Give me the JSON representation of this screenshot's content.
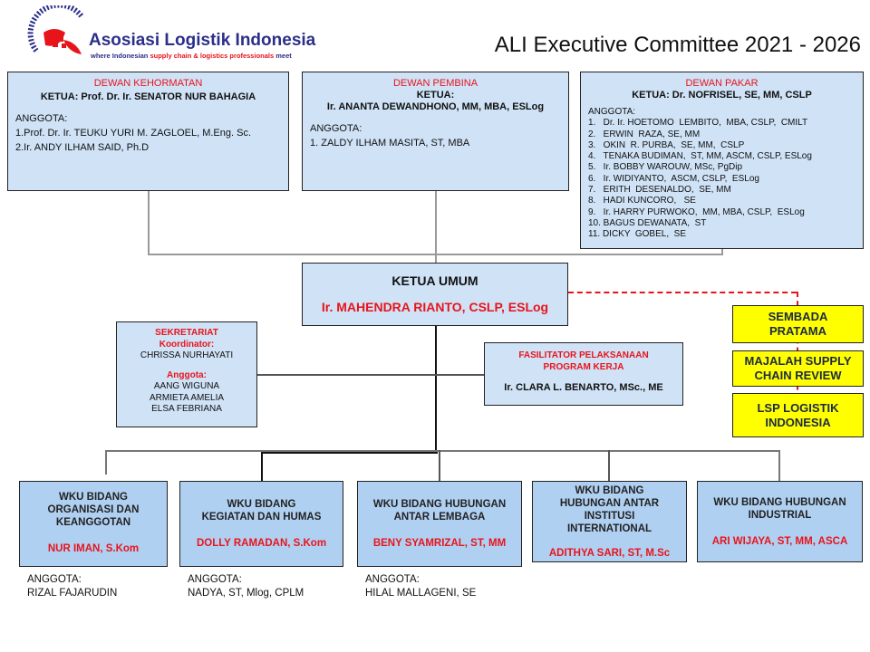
{
  "logo": {
    "name": "Asosiasi Logistik Indonesia",
    "ring_text": "ASOSIASI LOGISTIK INDONESIA",
    "tagline_a": "where Indonesian",
    "tagline_b": "supply chain & logistics professionals",
    "tagline_c": "meet"
  },
  "title": "ALI Executive Committee 2021 - 2026",
  "kehormatan": {
    "heading": "DEWAN KEHORMATAN",
    "ketua": "KETUA:  Prof. Dr.  Ir. SENATOR  NUR  BAHAGIA",
    "anggota_label": "ANGGOTA:",
    "members": [
      "1.Prof. Dr. Ir. TEUKU YURI M. ZAGLOEL, M.Eng. Sc.",
      "2.Ir. ANDY ILHAM SAID, Ph.D"
    ]
  },
  "pembina": {
    "heading": "DEWAN PEMBINA",
    "ketua_label": "KETUA:",
    "ketua": "Ir. ANANTA  DEWANDHONO,   MM, MBA, ESLog",
    "anggota_label": "ANGGOTA:",
    "members": [
      "1.   ZALDY ILHAM MASITA,  ST, MBA"
    ]
  },
  "pakar": {
    "heading": "DEWAN PAKAR",
    "ketua": "KETUA:  Dr. NOFRISEL,   SE, MM, CSLP",
    "anggota_label": "ANGGOTA:",
    "members": [
      "1.   Dr. Ir. HOETOMO  LEMBITO,  MBA, CSLP,  CMILT",
      "2.   ERWIN  RAZA, SE, MM",
      "3.   OKIN  R. PURBA,  SE, MM,  CSLP",
      "4.   TENAKA BUDIMAN,  ST, MM, ASCM, CSLP, ESLog",
      "5.   Ir. BOBBY WAROUW, MSc, PgDip",
      "6.   Ir. WIDIYANTO,  ASCM, CSLP,  ESLog",
      "7.   ERITH  DESENALDO,  SE, MM",
      "8.   HADI KUNCORO,   SE",
      "9.   Ir. HARRY PURWOKO,  MM, MBA, CSLP,  ESLog",
      "10. BAGUS DEWANATA,  ST",
      "11. DICKY  GOBEL,  SE"
    ]
  },
  "ketua_umum": {
    "heading": "KETUA UMUM",
    "name": "Ir. MAHENDRA RIANTO, CSLP, ESLog"
  },
  "sekretariat": {
    "heading": "SEKRETARIAT",
    "koordinator_label": "Koordinator:",
    "koordinator": "CHRISSA  NURHAYATI",
    "anggota_label": "Anggota:",
    "members": [
      "AANG WIGUNA",
      "ARMIETA  AMELIA",
      "ELSA FEBRIANA"
    ]
  },
  "fasilitator": {
    "heading1": "FASILITATOR PELAKSANAAN",
    "heading2": "PROGRAM KERJA",
    "name": "Ir. CLARA  L. BENARTO,  MSc., ME"
  },
  "units": [
    "SEMBADA PRATAMA",
    "MAJALAH  SUPPLY CHAIN  REVIEW",
    "LSP LOGISTIK INDONESIA"
  ],
  "wku": [
    {
      "title": [
        "WKU BIDANG",
        "ORGANISASI  DAN",
        "KEANGGOTAN"
      ],
      "name": "NUR  IMAN,  S.Kom",
      "anggota_label": "ANGGOTA:",
      "anggota": "RIZAL FAJARUDIN"
    },
    {
      "title": [
        "WKU BIDANG",
        "KEGIATAN  DAN HUMAS"
      ],
      "name": "DOLLY  RAMADAN,   S.Kom",
      "anggota_label": "ANGGOTA:",
      "anggota": "NADYA,  ST, Mlog, CPLM"
    },
    {
      "title": [
        "WKU BIDANG  HUBUNGAN",
        "ANTAR  LEMBAGA"
      ],
      "name": "BENY  SYAMRIZAL,  ST, MM",
      "anggota_label": "ANGGOTA:",
      "anggota": "HILAL MALLAGENI,  SE"
    },
    {
      "title": [
        "WKU BIDANG",
        "HUBUNGAN  ANTAR",
        "INSTITUSI",
        "INTERNATIONAL"
      ],
      "name": "ADITHYA   SARI,  ST, M.Sc"
    },
    {
      "title": [
        "WKU BIDANG  HUBUNGAN",
        "INDUSTRIAL"
      ],
      "name": "ARI WIJAYA,  ST, MM, ASCA"
    }
  ]
}
